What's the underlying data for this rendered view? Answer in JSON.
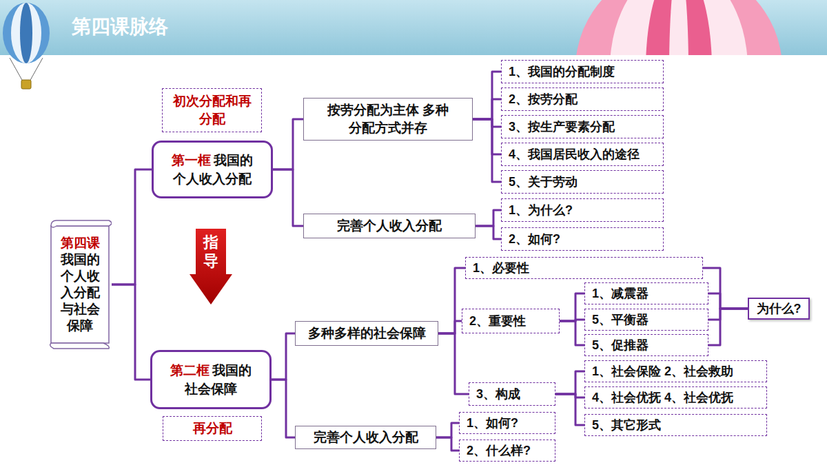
{
  "diagram": {
    "title": "第四课脉络",
    "nodes": [
      {
        "text": [
          "第四课",
          "我国的个人收入分配与社会保障"
        ]
      },
      {
        "text": [
          "初次分配和再分配"
        ]
      },
      {
        "text": [
          "第一框",
          "我国的个人收入分配"
        ]
      },
      {
        "text": [
          "按劳分配为主体 多种分配方式并存"
        ]
      },
      {
        "text": [
          "1、我国的分配制度"
        ]
      },
      {
        "text": [
          "2、按劳分配"
        ]
      },
      {
        "text": [
          "3、按生产要素分配"
        ]
      },
      {
        "text": [
          "4、我国居民收入的途径"
        ]
      },
      {
        "text": [
          "5、关于劳动"
        ]
      },
      {
        "text": [
          "完善个人收入分配"
        ]
      },
      {
        "text": [
          "1、为什么?"
        ]
      },
      {
        "text": [
          "2、如何?"
        ]
      },
      {
        "text": [
          "指导"
        ]
      },
      {
        "text": [
          "第二框",
          "我国的社会保障"
        ]
      },
      {
        "text": [
          "再分配"
        ]
      },
      {
        "text": [
          "多种多样的社会保障"
        ]
      },
      {
        "text": [
          "1、必要性"
        ]
      },
      {
        "text": [
          "2、重要性"
        ]
      },
      {
        "text": [
          "1、减震器"
        ]
      },
      {
        "text": [
          "5、平衡器"
        ]
      },
      {
        "text": [
          "5、促推器"
        ]
      },
      {
        "text": [
          "为什么?"
        ]
      },
      {
        "text": [
          "3、构成"
        ]
      },
      {
        "text": [
          "1、社会保险 2、社会救助"
        ]
      },
      {
        "text": [
          "4、社会优抚 4、社会优抚"
        ]
      },
      {
        "text": [
          "5、其它形式"
        ]
      },
      {
        "text": [
          "完善个人收入分配"
        ]
      },
      {
        "text": [
          "1、如何?"
        ]
      },
      {
        "text": [
          "2、什么样?"
        ]
      }
    ],
    "edges": [
      {
        "from": 0,
        "to": 2,
        "arrow": "none"
      },
      {
        "from": 0,
        "to": 13,
        "arrow": "none"
      },
      {
        "from": 2,
        "to": 3,
        "arrow": "none"
      },
      {
        "from": 2,
        "to": 9,
        "arrow": "none"
      },
      {
        "from": 3,
        "to": 4,
        "arrow": "none"
      },
      {
        "from": 3,
        "to": 5,
        "arrow": "none"
      },
      {
        "from": 3,
        "to": 6,
        "arrow": "none"
      },
      {
        "from": 3,
        "to": 7,
        "arrow": "none"
      },
      {
        "from": 3,
        "to": 8,
        "arrow": "none"
      },
      {
        "from": 9,
        "to": 10,
        "arrow": "none"
      },
      {
        "from": 9,
        "to": 11,
        "arrow": "none"
      },
      {
        "from": 13,
        "to": 15,
        "arrow": "none"
      },
      {
        "from": 13,
        "to": 26,
        "arrow": "none"
      },
      {
        "from": 15,
        "to": 16,
        "arrow": "none"
      },
      {
        "from": 15,
        "to": 17,
        "arrow": "none"
      },
      {
        "from": 15,
        "to": 22,
        "arrow": "none"
      },
      {
        "from": 17,
        "to": 18,
        "arrow": "none"
      },
      {
        "from": 17,
        "to": 19,
        "arrow": "none"
      },
      {
        "from": 17,
        "to": 20,
        "arrow": "none"
      },
      {
        "from": 22,
        "to": 23,
        "arrow": "none"
      },
      {
        "from": 22,
        "to": 24,
        "arrow": "none"
      },
      {
        "from": 22,
        "to": 25,
        "arrow": "none"
      },
      {
        "from": 26,
        "to": 27,
        "arrow": "none"
      },
      {
        "from": 26,
        "to": 28,
        "arrow": "none"
      },
      {
        "from": 16,
        "to": 21,
        "arrow": "none"
      },
      {
        "from": 18,
        "to": 21,
        "arrow": "none"
      },
      {
        "from": 19,
        "to": 21,
        "arrow": "none"
      },
      {
        "from": 20,
        "to": 21,
        "arrow": "none"
      }
    ]
  }
}
